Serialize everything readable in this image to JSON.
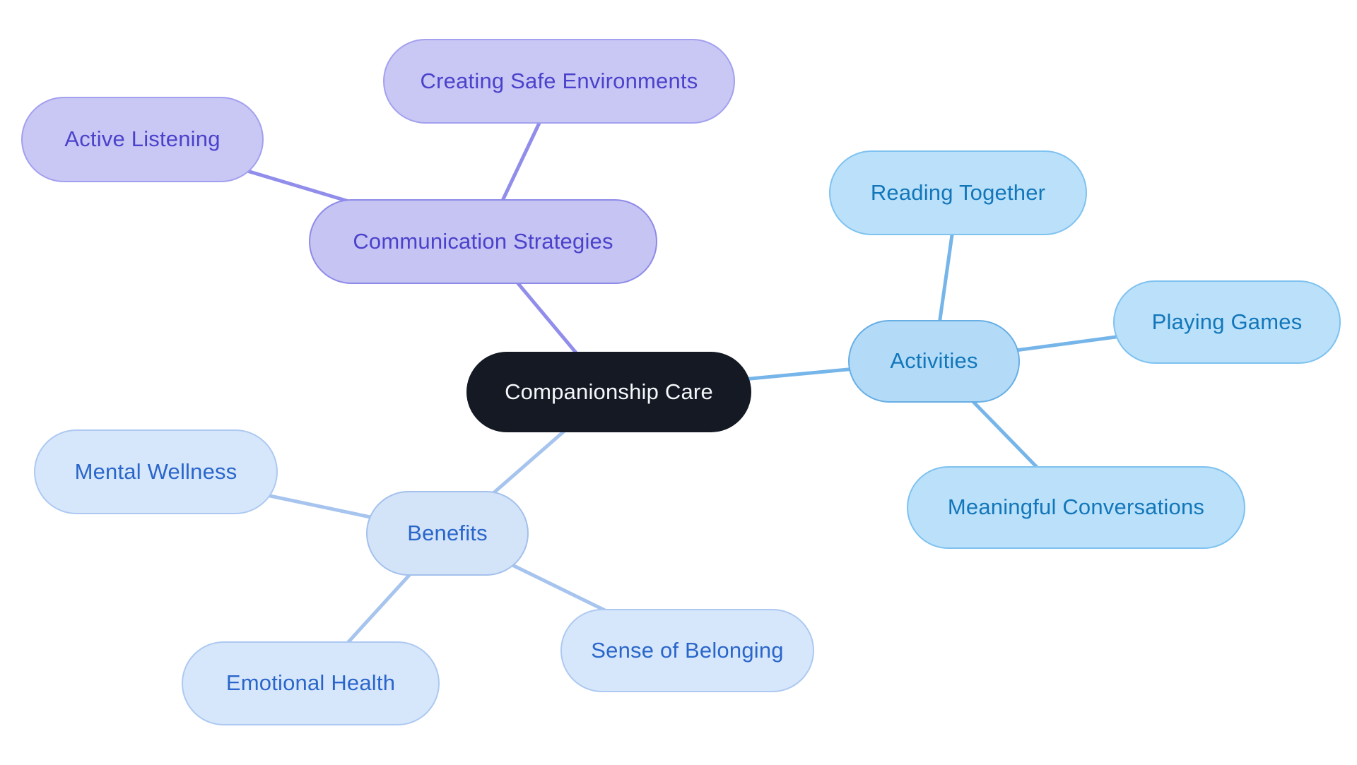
{
  "mindmap": {
    "center": {
      "label": "Companionship Care"
    },
    "branches": [
      {
        "label": "Communication Strategies",
        "children": [
          {
            "label": "Active Listening"
          },
          {
            "label": "Creating Safe Environments"
          }
        ]
      },
      {
        "label": "Activities",
        "children": [
          {
            "label": "Reading Together"
          },
          {
            "label": "Playing Games"
          },
          {
            "label": "Meaningful Conversations"
          }
        ]
      },
      {
        "label": "Benefits",
        "children": [
          {
            "label": "Mental Wellness"
          },
          {
            "label": "Emotional Health"
          },
          {
            "label": "Sense of Belonging"
          }
        ]
      }
    ]
  },
  "palette": {
    "canvas": "#ffffff",
    "center-fill": "#141923",
    "center-text": "#f5f7fa",
    "purple-branch-fill": "#c6c4f3",
    "purple-branch-border": "#8e8ae8",
    "purple-child-fill": "#c9c7f4",
    "purple-child-border": "#a3a0ef",
    "purple-text": "#4b42cb",
    "purple-edge": "#918dea",
    "blue-branch-fill": "#b3dbf8",
    "blue-branch-border": "#67aee4",
    "blue-child-fill": "#bbe0fa",
    "blue-child-border": "#7ec2f0",
    "blue-text": "#1277ba",
    "blue-edge": "#76b5e9",
    "steel-branch-fill": "#d3e3f8",
    "steel-branch-border": "#a4c1ec",
    "steel-child-fill": "#d7e7fb",
    "steel-child-border": "#adc9f1",
    "steel-text": "#2a66ca",
    "steel-edge": "#a6c4ee"
  }
}
